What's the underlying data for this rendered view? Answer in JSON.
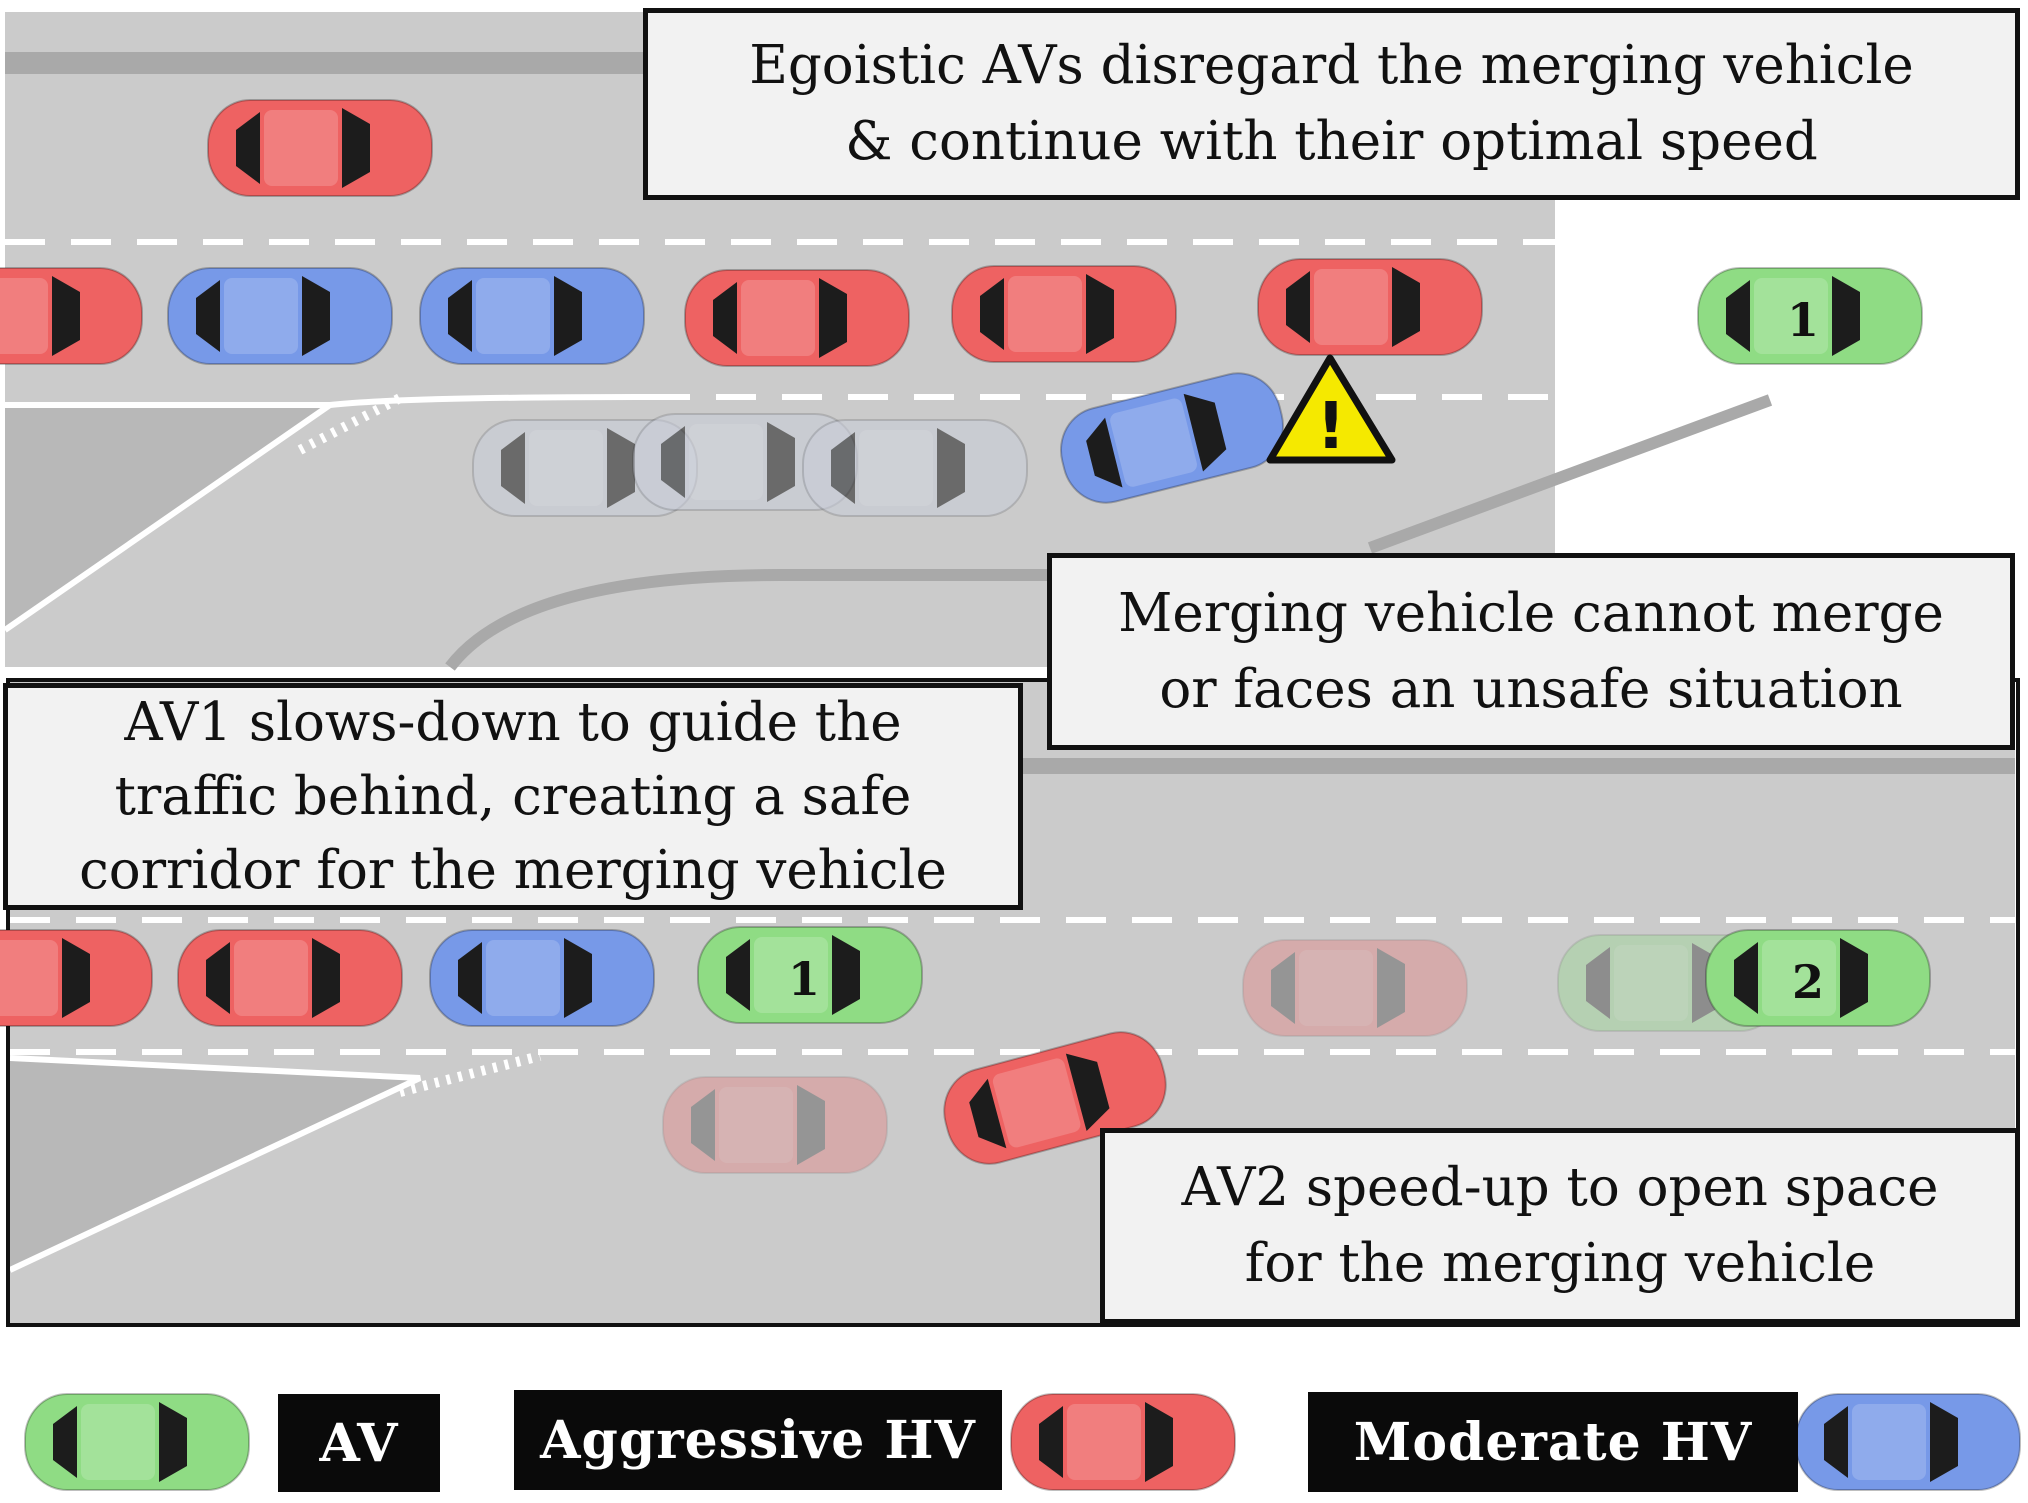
{
  "colors": {
    "av": "#8fdc84",
    "aggressive_hv": "#ee6262",
    "moderate_hv": "#7799e8",
    "road": "#cbcbcb",
    "box_fill": "#f2f2f2",
    "border": "#111111",
    "warning": "#f5e900"
  },
  "callouts": {
    "top_right": [
      "Egoistic AVs disregard the merging vehicle",
      "& continue with their optimal speed"
    ],
    "middle_right": [
      "Merging vehicle cannot merge",
      "or faces an unsafe situation"
    ],
    "middle_left": [
      "AV1 slows-down to guide the",
      "traffic behind, creating a safe",
      "corridor for the merging vehicle"
    ],
    "bottom_right": [
      "AV2 speed-up to open space",
      "for the merging vehicle"
    ]
  },
  "av_labels": {
    "scene1_av": "1",
    "scene2_av1": "1",
    "scene2_av2": "2"
  },
  "warning_symbol": "!",
  "legend": [
    {
      "label": "AV",
      "type": "av"
    },
    {
      "label": "Aggressive HV",
      "type": "aggressive_hv"
    },
    {
      "label": "Moderate HV",
      "type": "moderate_hv"
    }
  ]
}
